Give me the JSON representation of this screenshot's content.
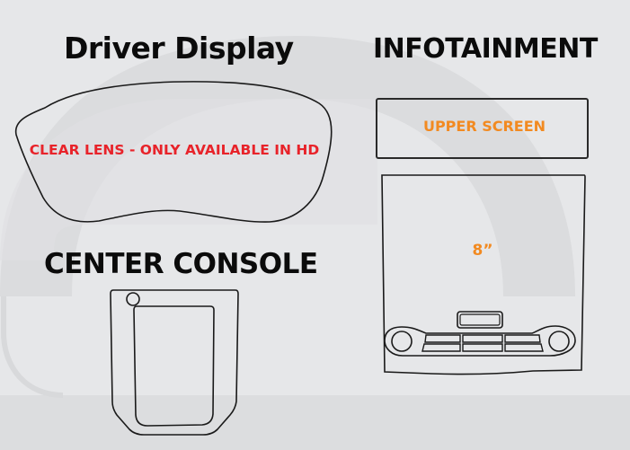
{
  "sections": {
    "driver_display": {
      "title": "Driver Display",
      "lens_note": "CLEAR LENS - ONLY AVAILABLE IN HD",
      "lens_note_color": "#e8232a"
    },
    "infotainment": {
      "title": "INFOTAINMENT",
      "upper_screen_label": "UPPER SCREEN",
      "main_screen_label": "8”",
      "accent_color": "#f28a21"
    },
    "center_console": {
      "title": "CENTER CONSOLE"
    }
  },
  "colors": {
    "background": "#e6e7e9",
    "watermark": "#d9dadc",
    "outline": "#1a1a1a",
    "title": "#0b0b0b"
  }
}
